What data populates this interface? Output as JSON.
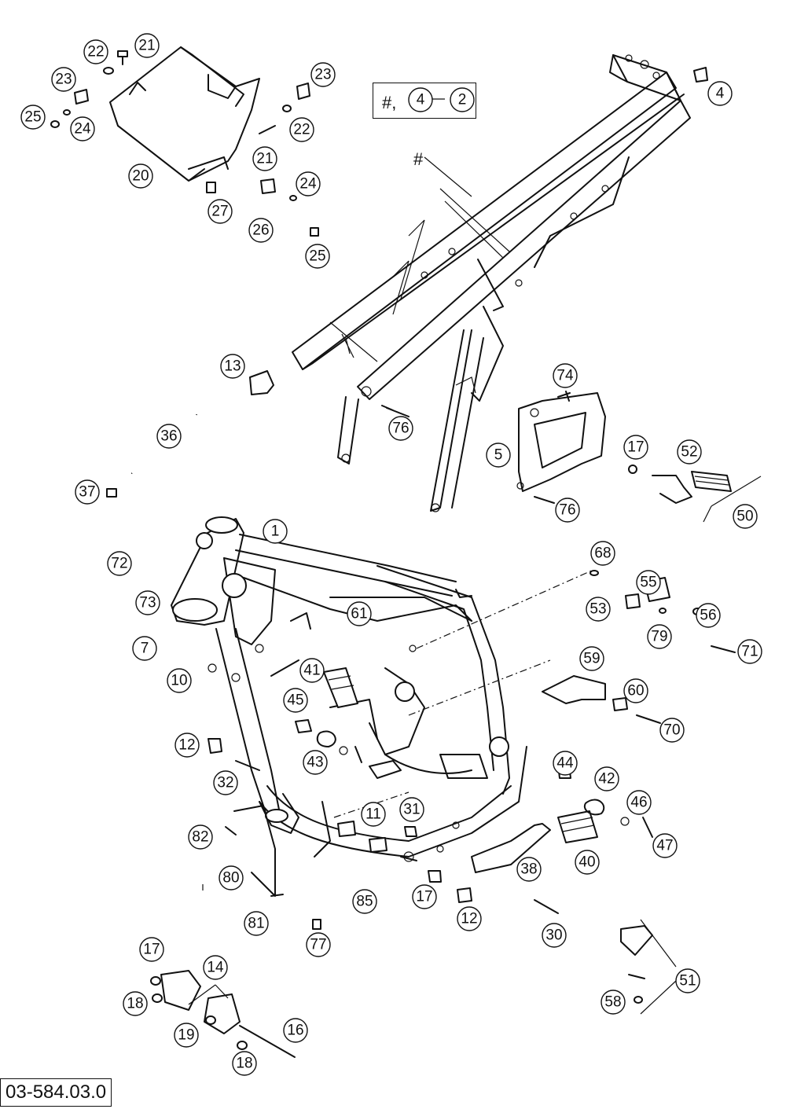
{
  "document": {
    "code": "03-584.03.0"
  },
  "reference_box": {
    "hash": "#,",
    "inner": "4",
    "target": "2"
  },
  "hash_marker": "#",
  "callouts": [
    {
      "id": "c21a",
      "label": "21"
    },
    {
      "id": "c22a",
      "label": "22"
    },
    {
      "id": "c23a",
      "label": "23"
    },
    {
      "id": "c25a",
      "label": "25"
    },
    {
      "id": "c24a",
      "label": "24"
    },
    {
      "id": "c20",
      "label": "20"
    },
    {
      "id": "c23b",
      "label": "23"
    },
    {
      "id": "c22b",
      "label": "22"
    },
    {
      "id": "c21b",
      "label": "21"
    },
    {
      "id": "c27",
      "label": "27"
    },
    {
      "id": "c26",
      "label": "26"
    },
    {
      "id": "c24b",
      "label": "24"
    },
    {
      "id": "c25b",
      "label": "25"
    },
    {
      "id": "c4",
      "label": "4"
    },
    {
      "id": "c13",
      "label": "13"
    },
    {
      "id": "c36",
      "label": "36"
    },
    {
      "id": "c37",
      "label": "37"
    },
    {
      "id": "c76a",
      "label": "76"
    },
    {
      "id": "c74",
      "label": "74"
    },
    {
      "id": "c5",
      "label": "5"
    },
    {
      "id": "c17a",
      "label": "17"
    },
    {
      "id": "c52",
      "label": "52"
    },
    {
      "id": "c76b",
      "label": "76"
    },
    {
      "id": "c50",
      "label": "50"
    },
    {
      "id": "c1",
      "label": "1"
    },
    {
      "id": "c72",
      "label": "72"
    },
    {
      "id": "c73",
      "label": "73"
    },
    {
      "id": "c7",
      "label": "7"
    },
    {
      "id": "c10",
      "label": "10"
    },
    {
      "id": "c61",
      "label": "61"
    },
    {
      "id": "c68",
      "label": "68"
    },
    {
      "id": "c55",
      "label": "55"
    },
    {
      "id": "c53",
      "label": "53"
    },
    {
      "id": "c56",
      "label": "56"
    },
    {
      "id": "c79",
      "label": "79"
    },
    {
      "id": "c71",
      "label": "71"
    },
    {
      "id": "c41",
      "label": "41"
    },
    {
      "id": "c59",
      "label": "59"
    },
    {
      "id": "c45",
      "label": "45"
    },
    {
      "id": "c60",
      "label": "60"
    },
    {
      "id": "c70",
      "label": "70"
    },
    {
      "id": "c12a",
      "label": "12"
    },
    {
      "id": "c43",
      "label": "43"
    },
    {
      "id": "c44",
      "label": "44"
    },
    {
      "id": "c32",
      "label": "32"
    },
    {
      "id": "c42",
      "label": "42"
    },
    {
      "id": "c46",
      "label": "46"
    },
    {
      "id": "c11",
      "label": "11"
    },
    {
      "id": "c31",
      "label": "31"
    },
    {
      "id": "c82",
      "label": "82"
    },
    {
      "id": "c47",
      "label": "47"
    },
    {
      "id": "c38",
      "label": "38"
    },
    {
      "id": "c40",
      "label": "40"
    },
    {
      "id": "c80",
      "label": "80"
    },
    {
      "id": "c85",
      "label": "85"
    },
    {
      "id": "c17b",
      "label": "17"
    },
    {
      "id": "c12b",
      "label": "12"
    },
    {
      "id": "c81",
      "label": "81"
    },
    {
      "id": "c30",
      "label": "30"
    },
    {
      "id": "c77",
      "label": "77"
    },
    {
      "id": "c17c",
      "label": "17"
    },
    {
      "id": "c14",
      "label": "14"
    },
    {
      "id": "c51",
      "label": "51"
    },
    {
      "id": "c18a",
      "label": "18"
    },
    {
      "id": "c19",
      "label": "19"
    },
    {
      "id": "c16",
      "label": "16"
    },
    {
      "id": "c58",
      "label": "58"
    },
    {
      "id": "c18b",
      "label": "18"
    }
  ]
}
